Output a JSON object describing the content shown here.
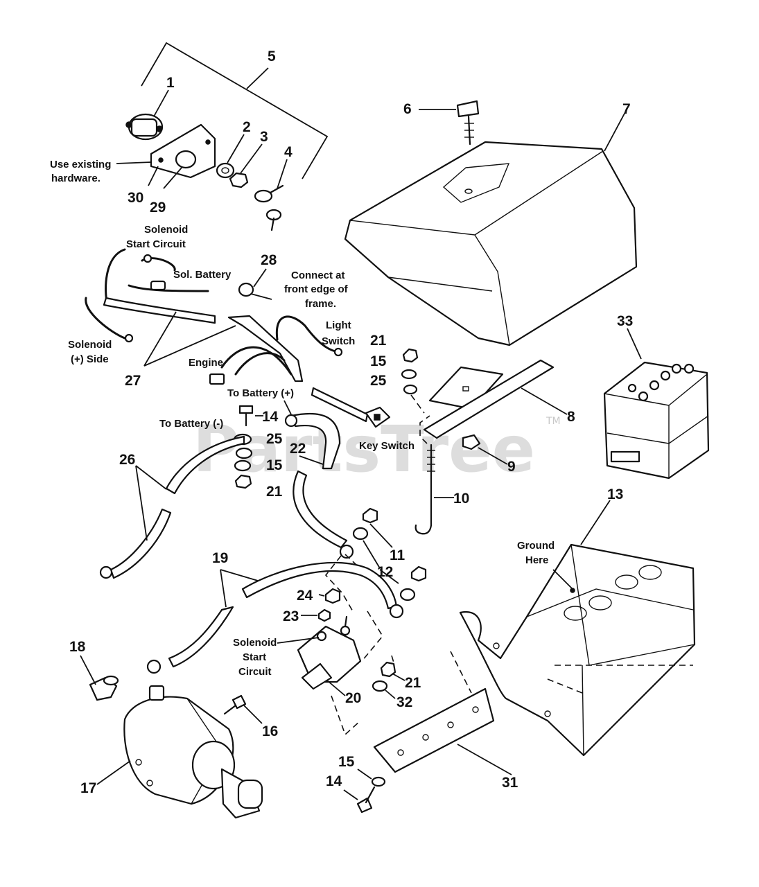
{
  "watermark": {
    "text": "PartsTree",
    "tm": "TM"
  },
  "callouts": {
    "n1": "1",
    "n2": "2",
    "n3": "3",
    "n4": "4",
    "n5": "5",
    "n6": "6",
    "n7": "7",
    "n8": "8",
    "n9": "9",
    "n10": "10",
    "n11": "11",
    "n12": "12",
    "n13": "13",
    "n14a": "14",
    "n14b": "14",
    "n15a": "15",
    "n15b": "15",
    "n15c": "15",
    "n16": "16",
    "n17": "17",
    "n18": "18",
    "n19": "19",
    "n20": "20",
    "n21a": "21",
    "n21b": "21",
    "n21c": "21",
    "n22": "22",
    "n23": "23",
    "n24": "24",
    "n25a": "25",
    "n25b": "25",
    "n26": "26",
    "n27": "27",
    "n28": "28",
    "n29": "29",
    "n30": "30",
    "n31": "31",
    "n32": "32",
    "n33": "33"
  },
  "labels": {
    "use_existing_1": "Use existing",
    "use_existing_2": "hardware.",
    "sol_start_1": "Solenoid",
    "sol_start_2": "Start Circuit",
    "sol_battery": "Sol. Battery",
    "connect_1": "Connect at",
    "connect_2": "front edge of",
    "connect_3": "frame.",
    "light_1": "Light",
    "light_2": "Switch",
    "sol_plus_1": "Solenoid",
    "sol_plus_2": "(+) Side",
    "engine": "Engine",
    "to_batt_pos": "To Battery (+)",
    "to_batt_neg": "To Battery (-)",
    "key_switch": "Key Switch",
    "ground_1": "Ground",
    "ground_2": "Here",
    "sol_circ_1": "Solenoid",
    "sol_circ_2": "Start",
    "sol_circ_3": "Circuit"
  }
}
